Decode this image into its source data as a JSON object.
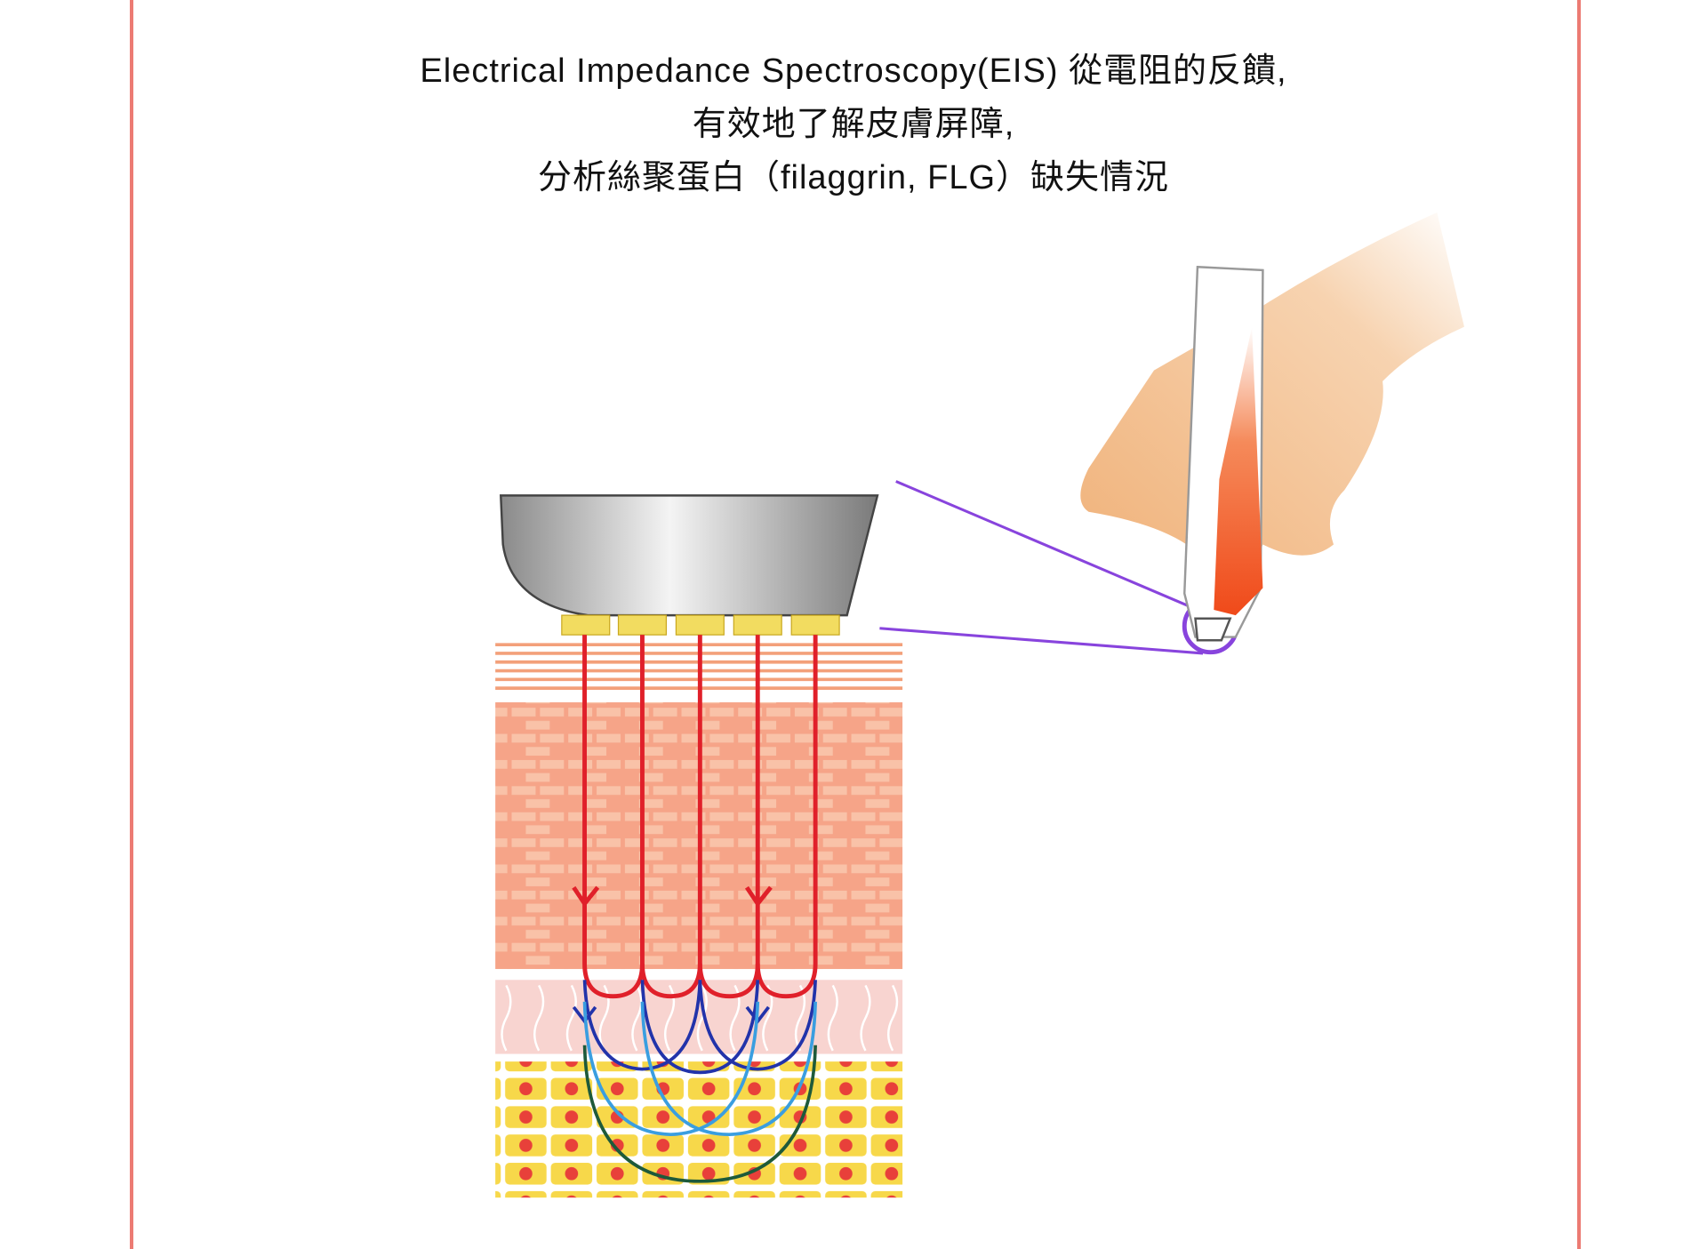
{
  "title": {
    "line1": "Electrical Impedance Spectroscopy(EIS) 從電阻的反饋,",
    "line2": "有效地了解皮膚屏障,",
    "line3": "分析絲聚蛋白（filaggrin, FLG）缺失情況"
  },
  "colors": {
    "border": "#ec7b73",
    "current_red": "#e0202a",
    "current_dark_blue": "#2233aa",
    "current_light_blue": "#3a9ee0",
    "current_green": "#1e5a3a",
    "pen_accent": "#f05a28",
    "magnifier": "#8844dd"
  }
}
